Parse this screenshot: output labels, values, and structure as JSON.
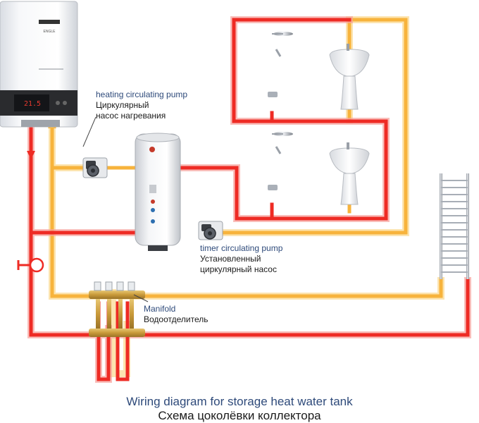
{
  "colors": {
    "hot": "#ee2b24",
    "hot_glow": "#f7a39d",
    "return": "#f7b33c",
    "return_glow": "#fbd98f",
    "label_blue": "#2e4a7a",
    "label_black": "#1a1a1a"
  },
  "boiler": {
    "brand": "ENGLE",
    "display": "21.5"
  },
  "labels": {
    "heating_pump": {
      "en": "heating circulating pump",
      "ru1": "Циркулярный",
      "ru2": "насос нагревания"
    },
    "timer_pump": {
      "en": "timer circulating pump",
      "ru1": "Установленный",
      "ru2": "циркулярный насос"
    },
    "manifold": {
      "en": "Manifold",
      "ru": "Водоотделитель"
    }
  },
  "title": {
    "en": "Wiring diagram for storage heat water tank",
    "ru": "Схема цоколёвки коллектора"
  }
}
